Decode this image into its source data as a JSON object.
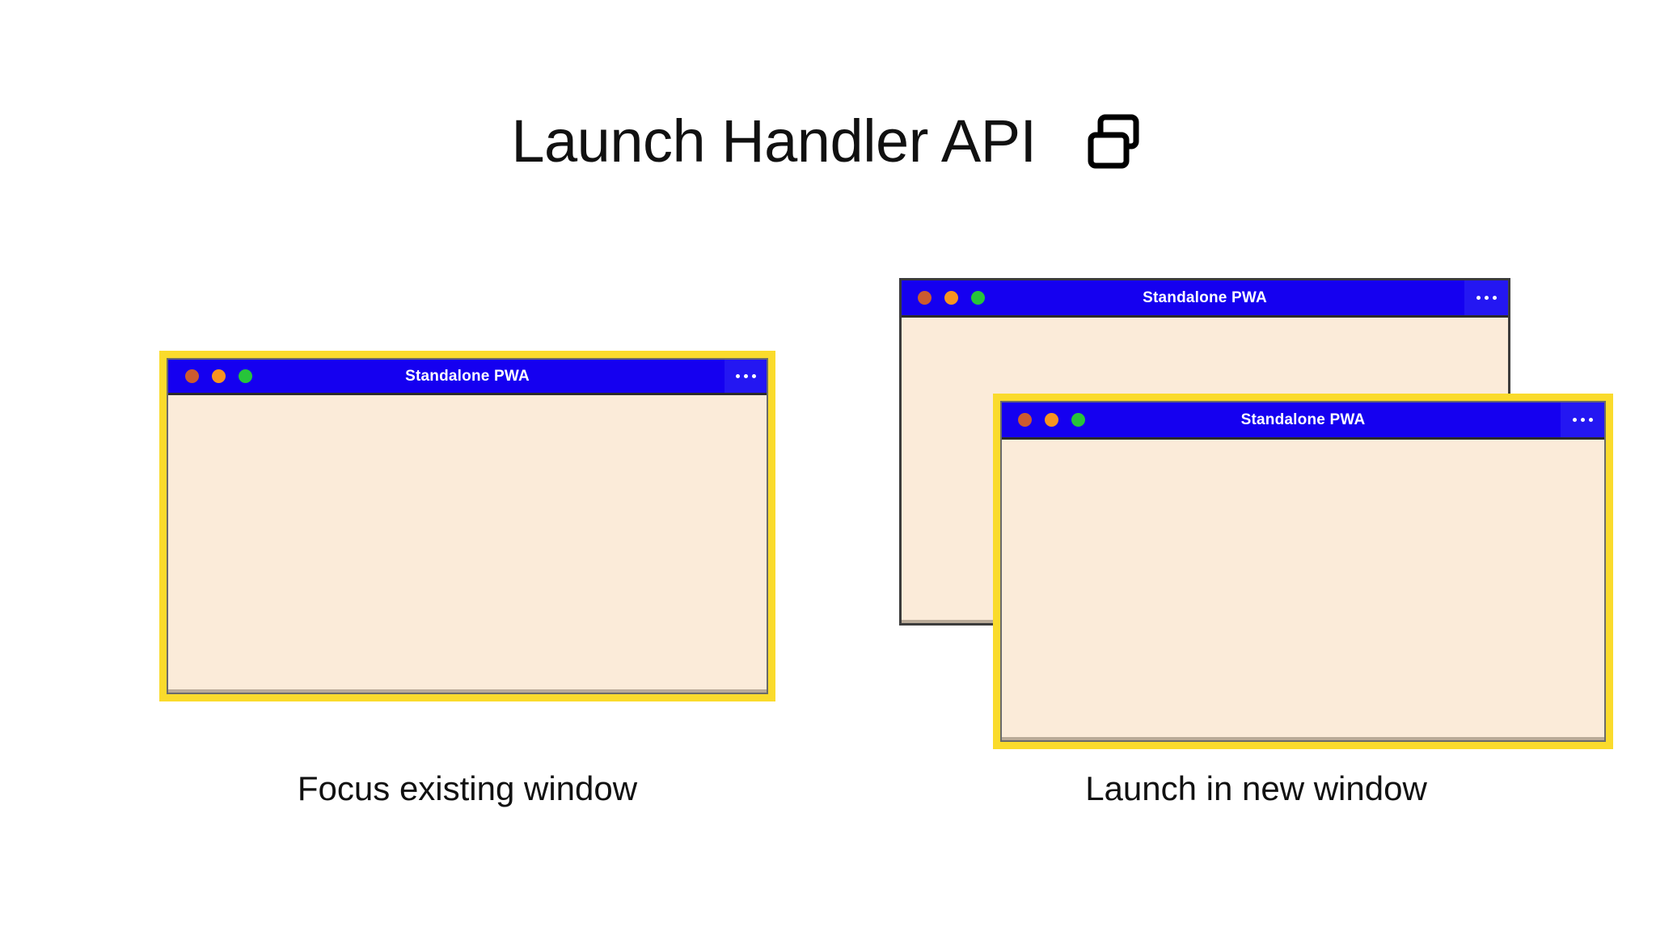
{
  "header": {
    "title": "Launch Handler API",
    "icon": "two-windows-icon"
  },
  "colors": {
    "titlebar_blue": "#1500F0",
    "menu_button_blue": "#2417F2",
    "window_body_cream": "#FBEBD9",
    "highlight_yellow": "#FADB2C",
    "plain_border_gray": "#3c3c3c",
    "dot_red": "#CC5B2E",
    "dot_amber": "#F79420",
    "dot_green": "#27C43A",
    "text_dark": "#111111",
    "page_background": "#FFFFFF"
  },
  "left_group": {
    "caption": "Focus existing window",
    "window": {
      "title": "Standalone PWA",
      "menu_label": "•••",
      "highlighted": true
    }
  },
  "right_group": {
    "caption": "Launch in new window",
    "back_window": {
      "title": "Standalone PWA",
      "menu_label": "•••",
      "highlighted": false
    },
    "front_window": {
      "title": "Standalone PWA",
      "menu_label": "•••",
      "highlighted": true
    }
  }
}
